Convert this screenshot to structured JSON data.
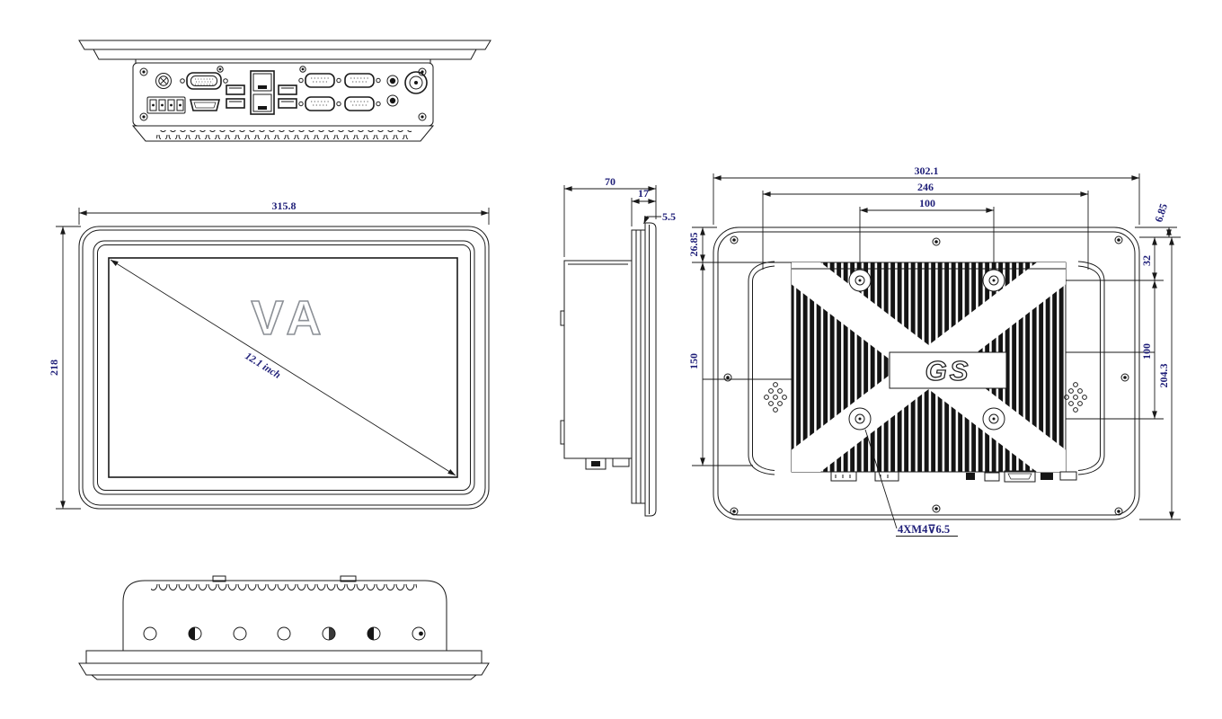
{
  "sheet": {
    "background_color": "#ffffff",
    "line_color": "#1a1a1a",
    "dimension_text_color": "#1e1e78",
    "screen_logo_outline_color": "#8c9096"
  },
  "front_view": {
    "width_dim": "315.8",
    "height_dim": "218",
    "screen_logo": "VA",
    "diagonal_label": "12.1 inch"
  },
  "side_view": {
    "depth_dim": "70",
    "bezel_depth_dim": "17",
    "front_panel_thickness_dim": "5.5"
  },
  "rear_view": {
    "width_dim": "302.1",
    "mount_span_dim": "246",
    "vesa_width_dim": "100",
    "vesa_height_dim": "100",
    "corner_offset_dim": "6.85",
    "vesa_top_offset_dim": "32",
    "mount_height_dim": "204.3",
    "left_top_offset_dim": "26.85",
    "left_span_dim": "150",
    "logo": "GS",
    "vesa_screw_note": "4XM4⊽6.5"
  }
}
